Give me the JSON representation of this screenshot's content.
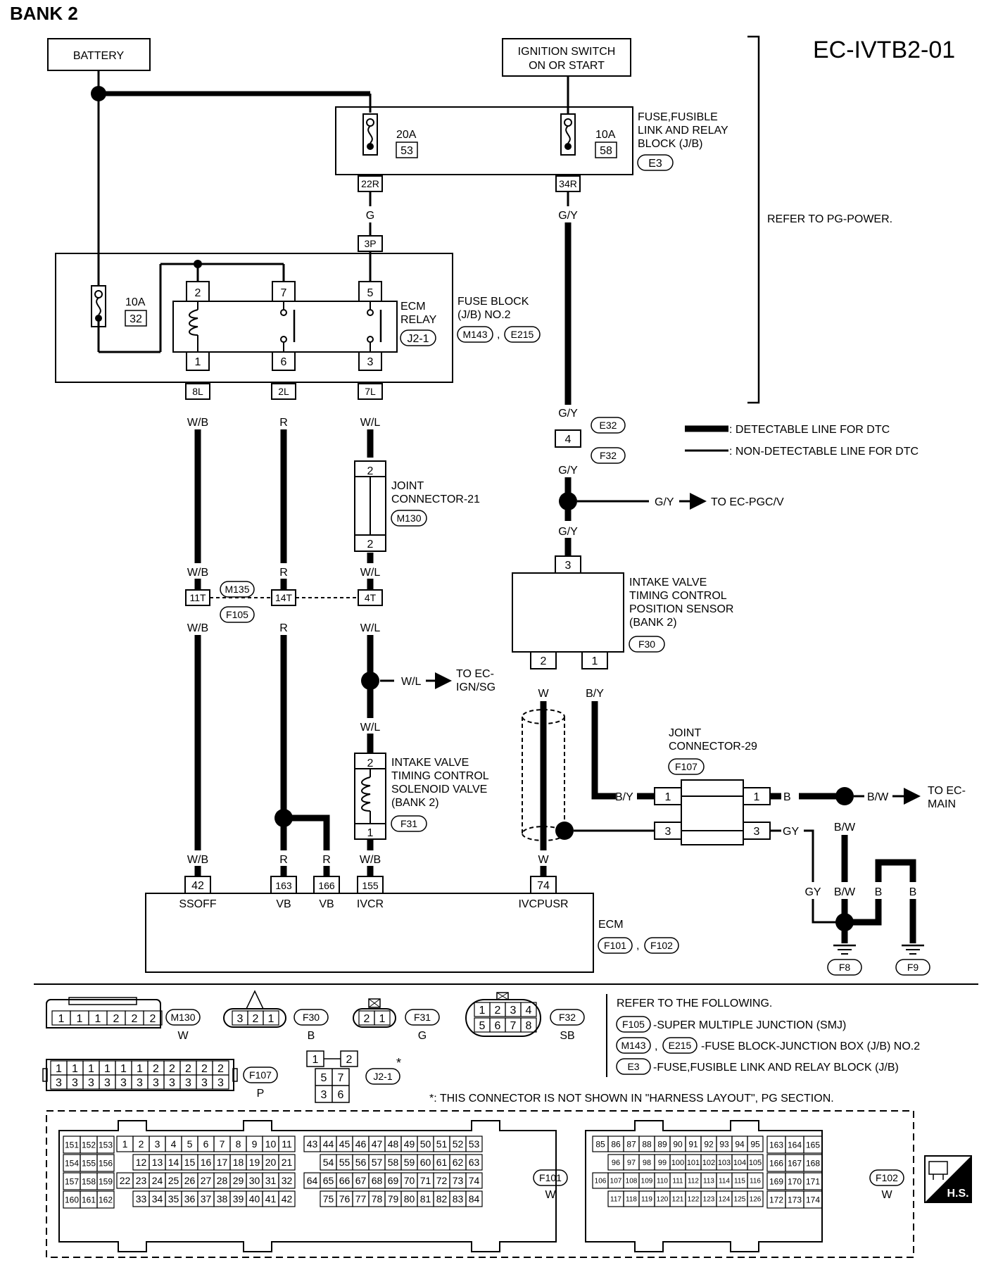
{
  "title": "BANK 2",
  "code": "EC-IVTB2-01",
  "battery": "BATTERY",
  "ign1": "IGNITION SWITCH",
  "ign2": "ON OR START",
  "jb_l1": "FUSE,FUSIBLE",
  "jb_l2": "LINK AND RELAY",
  "jb_l3": "BLOCK (J/B)",
  "jb_conn": "E3",
  "fuse20_amp": "20A",
  "fuse20_no": "53",
  "fuse10b_amp": "10A",
  "fuse10b_no": "58",
  "pin_22r": "22R",
  "pin_34r": "34R",
  "refer_pg": "REFER TO PG-POWER.",
  "fb_l1": "FUSE BLOCK",
  "fb_l2": "(J/B) NO.2",
  "fb_c1": "M143",
  "fb_comma": ",",
  "fb_c2": "E215",
  "fuse10a_amp": "10A",
  "fuse10a_no": "32",
  "relay_l1": "ECM",
  "relay_l2": "RELAY",
  "relay_conn": "J2-1",
  "pin_3p": "3P",
  "rp2": "2",
  "rp7": "7",
  "rp5": "5",
  "rp1": "1",
  "rp6": "6",
  "rp3": "3",
  "pin_8l": "8L",
  "pin_2l": "2L",
  "pin_7l": "7L",
  "legend_det": ": DETECTABLE LINE FOR DTC",
  "legend_non": ": NON-DETECTABLE LINE FOR DTC",
  "c_g": "G",
  "c_gy": "G/Y",
  "c_wb": "W/B",
  "c_r": "R",
  "c_wl": "W/L",
  "c_w": "W",
  "c_by": "B/Y",
  "c_b": "B",
  "c_bw": "B/W",
  "c_gy2": "GY",
  "e32": "E32",
  "f32": "F32",
  "pin4": "4",
  "to_pgcv": "TO EC-PGC/V",
  "jc21_l1": "JOINT",
  "jc21_l2": "CONNECTOR-21",
  "jc21_conn": "M130",
  "jc21_p2a": "2",
  "jc21_p2b": "2",
  "ivs_l1": "INTAKE VALVE",
  "ivs_l2": "TIMING CONTROL",
  "ivs_l3": "POSITION SENSOR",
  "ivs_l4": "(BANK 2)",
  "ivs_conn": "F30",
  "ivs_p3": "3",
  "ivs_p2": "2",
  "ivs_p1": "1",
  "pin_11t": "11T",
  "pin_14t": "14T",
  "pin_4t": "4T",
  "m135": "M135",
  "f105": "F105",
  "to_ign1": "TO EC-",
  "to_ign2": "IGN/SG",
  "jc29_l1": "JOINT",
  "jc29_l2": "CONNECTOR-29",
  "jc29_conn": "F107",
  "jc29_1a": "1",
  "jc29_1b": "1",
  "jc29_3a": "3",
  "jc29_3b": "3",
  "to_main1": "TO EC-",
  "to_main2": "MAIN",
  "sol_l1": "INTAKE VALVE",
  "sol_l2": "TIMING CONTROL",
  "sol_l3": "SOLENOID VALVE",
  "sol_l4": "(BANK 2)",
  "sol_conn": "F31",
  "sol_p2": "2",
  "sol_p1": "1",
  "ecm_p42": "42",
  "ecm_p163": "163",
  "ecm_p166": "166",
  "ecm_p155": "155",
  "ecm_p74": "74",
  "ecm_ssoff": "SSOFF",
  "ecm_vb1": "VB",
  "ecm_vb2": "VB",
  "ecm_ivcr": "IVCR",
  "ecm_ivcpusr": "IVCPUSR",
  "ecm_label": "ECM",
  "ecm_c1": "F101",
  "ecm_comma": ",",
  "ecm_c2": "F102",
  "gnd_f8": "F8",
  "gnd_f9": "F9",
  "refer_head": "REFER TO THE FOLLOWING.",
  "ref1_conn": "F105",
  "ref1_txt": "-SUPER MULTIPLE JUNCTION (SMJ)",
  "ref2_conn1": "M143",
  "ref2_comma": ",",
  "ref2_conn2": "E215",
  "ref2_txt": "-FUSE BLOCK-JUNCTION BOX (J/B) NO.2",
  "ref3_conn": "E3",
  "ref3_txt": "-FUSE,FUSIBLE LINK AND RELAY BLOCK (J/B)",
  "note": "*: THIS CONNECTOR IS NOT SHOWN IN \"HARNESS LAYOUT\", PG SECTION.",
  "cm130": "M130",
  "cm130_col": "W",
  "cf30": "F30",
  "cf30_col": "B",
  "cf31": "F31",
  "cf31_col": "G",
  "cf32": "F32",
  "cf32_col": "SB",
  "cf107": "F107",
  "cf107_col": "P",
  "cj21": "J2-1",
  "cj21_star": "*",
  "cf101": "F101",
  "cf101_col": "W",
  "cf102": "F102",
  "cf102_col": "W",
  "hs": "H.S."
}
